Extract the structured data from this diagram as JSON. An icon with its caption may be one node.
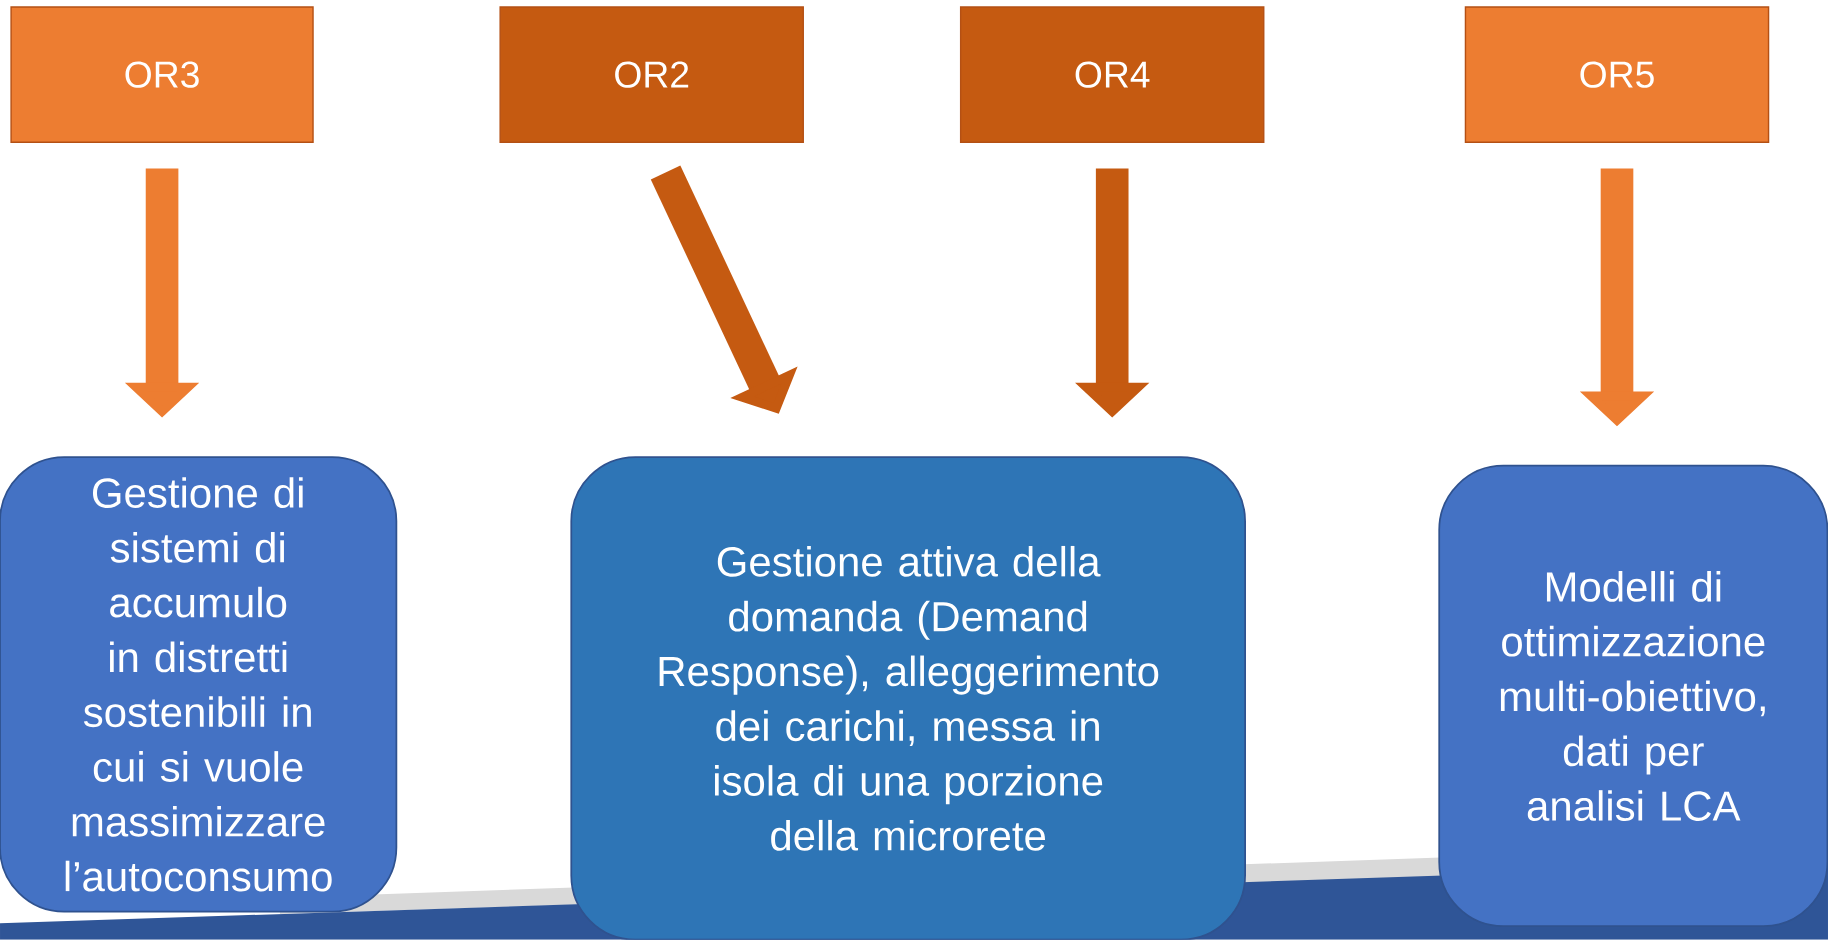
{
  "diagram": {
    "nodes": [
      {
        "text": [
          "OR3"
        ]
      },
      {
        "text": [
          "OR2"
        ]
      },
      {
        "text": [
          "OR4"
        ]
      },
      {
        "text": [
          "OR5"
        ]
      },
      {
        "text": [
          "Gestione di sistemi di accumulo in distretti sostenibili in cui si vuole massimizzare l’autoconsumo"
        ]
      },
      {
        "text": [
          "Gestione attiva della domanda (Demand Response), alleggerimento dei carichi, messa in isola di una porzione della microrete"
        ]
      },
      {
        "text": [
          "Modelli di ottimizzazione multi-obiettivo, dati per analisi LCA"
        ]
      }
    ],
    "edges": [
      {
        "from": 0,
        "to": 4,
        "arrow": "to",
        "color": "#ed7d31"
      },
      {
        "from": 1,
        "to": 5,
        "arrow": "to",
        "color": "#c55a11"
      },
      {
        "from": 2,
        "to": 5,
        "arrow": "to",
        "color": "#c55a11"
      },
      {
        "from": 3,
        "to": 6,
        "arrow": "to",
        "color": "#ed7d31"
      }
    ]
  }
}
